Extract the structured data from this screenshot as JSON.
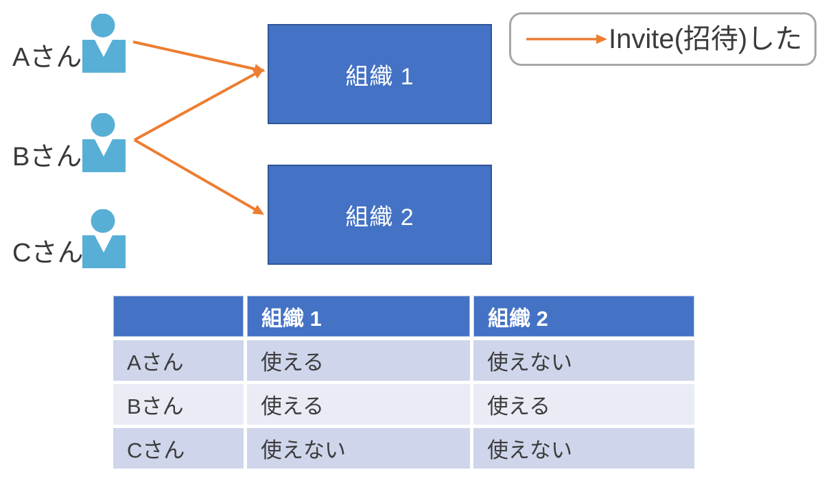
{
  "persons": [
    {
      "label": "Aさん"
    },
    {
      "label": "Bさん"
    },
    {
      "label": "Cさん"
    }
  ],
  "orgs": [
    {
      "label": "組織 1"
    },
    {
      "label": "組織 2"
    }
  ],
  "invites": [
    {
      "from": "Aさん",
      "to": "組織 1"
    },
    {
      "from": "Bさん",
      "to": "組織 1"
    },
    {
      "from": "Bさん",
      "to": "組織 2"
    }
  ],
  "legend": {
    "label": "Invite(招待)した"
  },
  "table": {
    "headers": [
      "",
      "組織 1",
      "組織 2"
    ],
    "rows": [
      {
        "name": "Aさん",
        "org1": "使える",
        "org2": "使えない"
      },
      {
        "name": "Bさん",
        "org1": "使える",
        "org2": "使える"
      },
      {
        "name": "Cさん",
        "org1": "使えない",
        "org2": "使えない"
      }
    ]
  },
  "colors": {
    "org_box_fill": "#4472C4",
    "org_box_border": "#2F5597",
    "arrow_orange": "#ED7D31",
    "person_blue": "#58AFD6",
    "table_header_fill": "#4472C4",
    "row_band_dark": "#CFD5EA",
    "row_band_light": "#E9EBF5",
    "legend_border": "#A6A6A6",
    "text_dark": "#3B3B3B"
  }
}
